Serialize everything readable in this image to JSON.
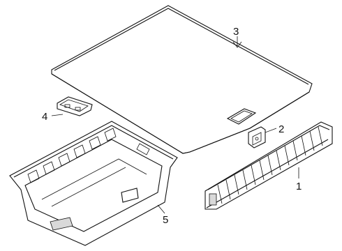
{
  "diagram": {
    "background": "#ffffff",
    "line_color": "#111111",
    "callouts": [
      {
        "key": "trim_panel",
        "label": "1"
      },
      {
        "key": "hook",
        "label": "2"
      },
      {
        "key": "cover",
        "label": "3"
      },
      {
        "key": "bracket",
        "label": "4"
      },
      {
        "key": "tray",
        "label": "5"
      }
    ]
  }
}
